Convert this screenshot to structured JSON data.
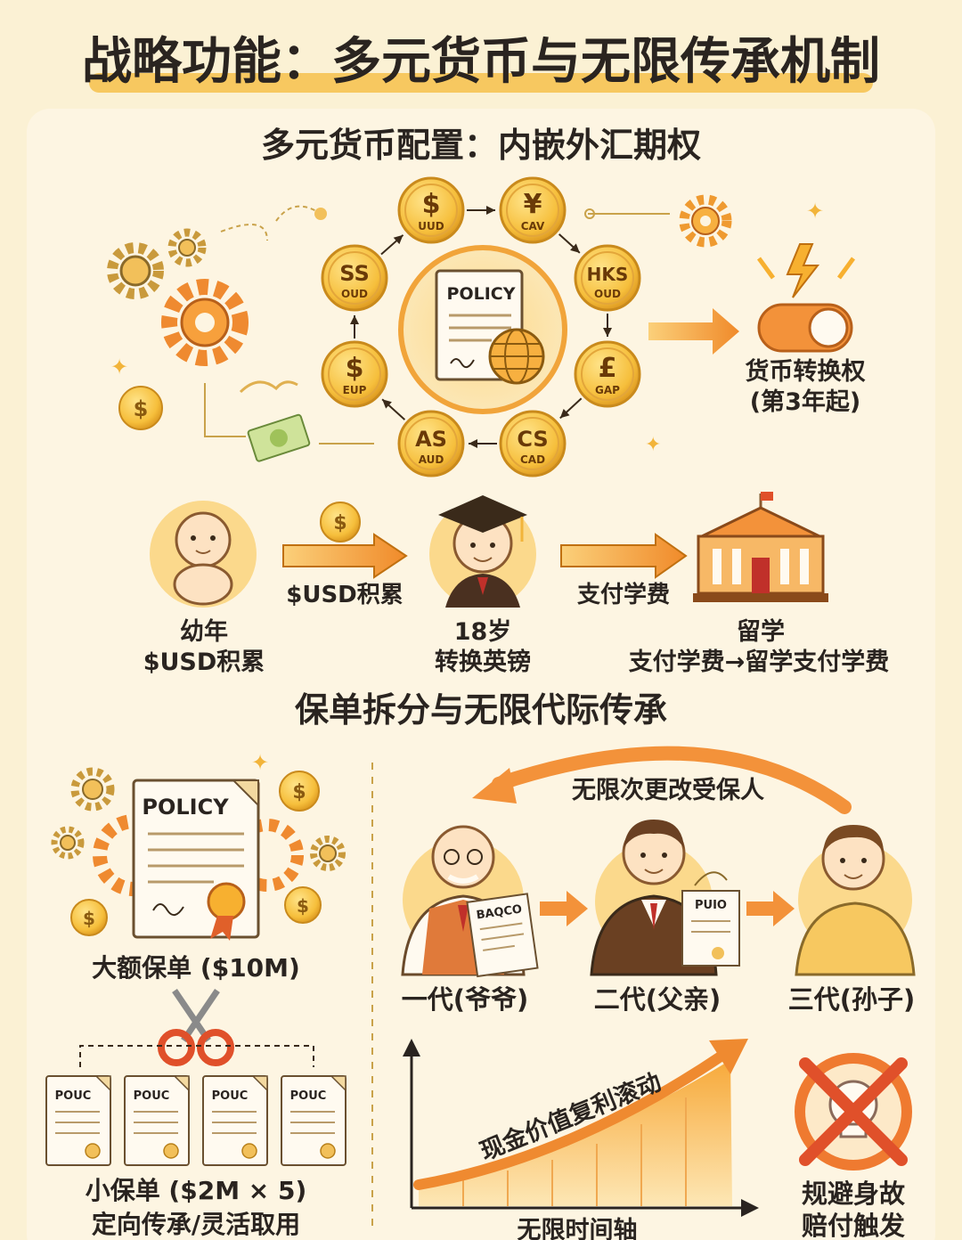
{
  "title": "战略功能：多元货币与无限传承机制",
  "currency_section": {
    "heading": "多元货币配置：内嵌外汇期权",
    "center_label": "POLICY",
    "coins": [
      {
        "symbol": "$",
        "code": "UUD"
      },
      {
        "symbol": "¥",
        "code": "CAV"
      },
      {
        "symbol": "HKS",
        "code": "OUD"
      },
      {
        "symbol": "£",
        "code": "GAP"
      },
      {
        "symbol": "CS",
        "code": "CAD"
      },
      {
        "symbol": "AS",
        "code": "AUD"
      },
      {
        "symbol": "$",
        "code": "EUP"
      },
      {
        "symbol": "SS",
        "code": "OUD"
      }
    ],
    "switch_label_1": "货币转换权",
    "switch_label_2": "(第3年起)"
  },
  "timeline": {
    "arrow1_label": "$USD积累",
    "arrow2_label": "支付学费",
    "stage1_line1": "幼年",
    "stage1_line2": "$USD积累",
    "stage2_line1": "18岁",
    "stage2_line2": "转换英镑",
    "stage3_line1": "留学",
    "stage3_line2": "支付学费→留学支付学费"
  },
  "inheritance_section": {
    "heading": "保单拆分与无限代际传承",
    "big_policy_label": "POLICY",
    "big_policy_caption": "大额保单 ($10M)",
    "small_policy_label": "POUC",
    "small_caption_1": "小保单 ($2M × 5)",
    "small_caption_2": "定向传承/灵活取用",
    "arc_label": "无限次更改受保人",
    "doc1_label": "BAQCO",
    "doc2_label": "PUIO",
    "gen1": "一代(爷爷)",
    "gen2": "二代(父亲)",
    "gen3": "三代(孙子)",
    "growth_label": "现金价值复利滚动",
    "x_axis_label": "无限时间轴",
    "avoid_1": "规避身故",
    "avoid_2": "赔付触发"
  }
}
